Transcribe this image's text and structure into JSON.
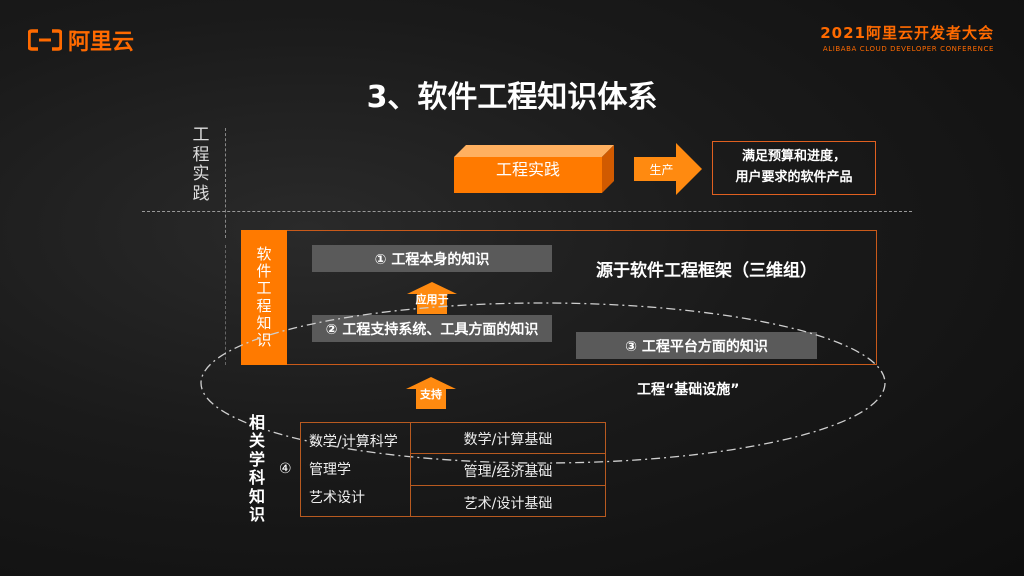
{
  "logo": {
    "text": "阿里云"
  },
  "conference": {
    "title": "2021阿里云开发者大会",
    "subtitle": "ALIBABA CLOUD DEVELOPER CONFERENCE"
  },
  "title": "3、软件工程知识体系",
  "axis_top": [
    "工",
    "程",
    "实",
    "践"
  ],
  "practice": {
    "label": "工程实践",
    "arrow_label": "生产",
    "result_line1": "满足预算和进度，",
    "result_line2": "用户要求的软件产品"
  },
  "knowledge": {
    "side_label": [
      "软",
      "件",
      "工",
      "程",
      "知",
      "识"
    ],
    "item1": "① 工程本身的知识",
    "item2": "② 工程支持系统、工具方面的知识",
    "item3": "③ 工程平台方面的知识",
    "source": "源于软件工程框架（三维组）",
    "apply_label": "应用于",
    "support_label": "支持",
    "infrastructure": "工程“基础设施”"
  },
  "related": {
    "side_label": [
      "相",
      "关",
      "学",
      "科",
      "知",
      "识"
    ],
    "marker": "④",
    "left": [
      "数学/计算科学",
      "管理学",
      "艺术设计"
    ],
    "right": [
      "数学/计算基础",
      "管理/经济基础",
      "艺术/设计基础"
    ]
  },
  "colors": {
    "accent": "#ff6a00",
    "grey_box": "#5a5a5a",
    "border": "#c95a1a"
  }
}
